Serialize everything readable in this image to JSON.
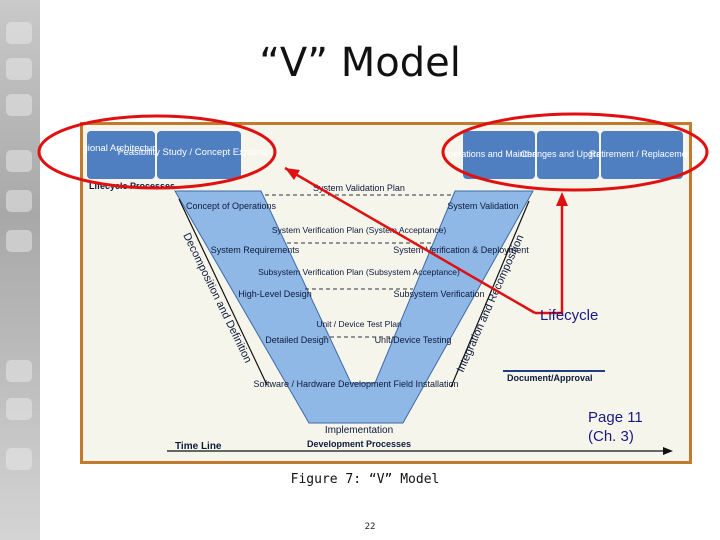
{
  "slide": {
    "title": "“V” Model",
    "caption": "Figure 7: “V” Model",
    "page_number": "22"
  },
  "diagram": {
    "top_left_boxes": [
      "Regional Architecture(s)",
      "Feasibility Study / Concept Exploration"
    ],
    "top_right_boxes": [
      "Operations and Maintenance",
      "Changes and Upgrades",
      "Retirement / Replacement"
    ],
    "lifecycle_processes_label": "Lifecycle Processes",
    "left_arm": [
      "Concept of Operations",
      "System Requirements",
      "High-Level Design",
      "Detailed Design"
    ],
    "bottom": "Software / Hardware Development Field Installation",
    "right_arm": [
      "System Validation",
      "System Verification & Deployment",
      "Subsystem Verification",
      "Unit/Device Testing"
    ],
    "center_plans": [
      "System Validation Plan",
      "System Verification Plan (System Acceptance)",
      "Subsystem Verification Plan (Subsystem Acceptance)",
      "Unit / Device Test Plan"
    ],
    "left_diagonal": "Decomposition and Definition",
    "right_diagonal": "Integration and Recomposition",
    "implementation": "Implementation",
    "development_processes": "Development Processes",
    "time_line": "Time Line",
    "legend_document": "Document/Approval"
  },
  "annotations": {
    "lifecycle": "Lifecycle",
    "page_ref_1": "Page 11",
    "page_ref_2": "(Ch. 3)"
  },
  "colors": {
    "box_blue": "#4f7fc0",
    "v_blue": "#8fb8e6",
    "frame_border": "#c47a2c",
    "annotation_red": "#e01010"
  }
}
